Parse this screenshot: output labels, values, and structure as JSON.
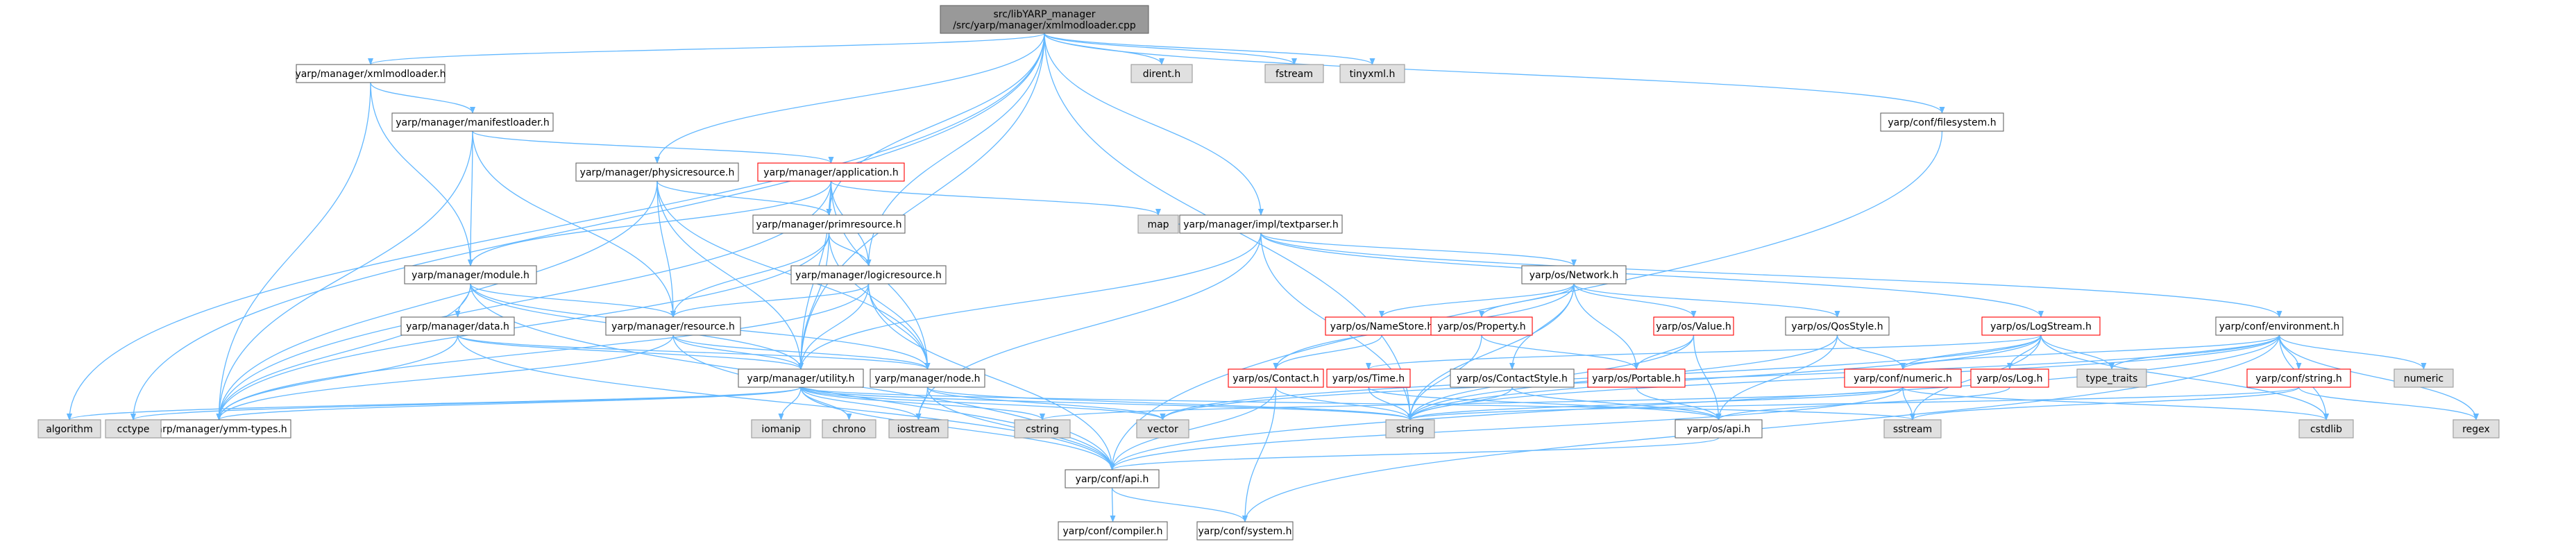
{
  "nodes": [
    {
      "id": "root",
      "lines": [
        "src/libYARP_manager",
        "/src/yarp/manager/xmlmodloader.cpp"
      ],
      "style": "root"
    },
    {
      "id": "xmlmodloader",
      "lines": [
        "yarp/manager/xmlmodloader.h"
      ],
      "style": "normal"
    },
    {
      "id": "manifestloader",
      "lines": [
        "yarp/manager/manifestloader.h"
      ],
      "style": "normal"
    },
    {
      "id": "application",
      "lines": [
        "yarp/manager/application.h"
      ],
      "style": "red"
    },
    {
      "id": "physicresource",
      "lines": [
        "yarp/manager/physicresource.h"
      ],
      "style": "normal"
    },
    {
      "id": "primresource",
      "lines": [
        "yarp/manager/primresource.h"
      ],
      "style": "normal"
    },
    {
      "id": "logicresource",
      "lines": [
        "yarp/manager/logicresource.h"
      ],
      "style": "normal"
    },
    {
      "id": "module",
      "lines": [
        "yarp/manager/module.h"
      ],
      "style": "normal"
    },
    {
      "id": "data",
      "lines": [
        "yarp/manager/data.h"
      ],
      "style": "normal"
    },
    {
      "id": "resource",
      "lines": [
        "yarp/manager/resource.h"
      ],
      "style": "normal"
    },
    {
      "id": "utility",
      "lines": [
        "yarp/manager/utility.h"
      ],
      "style": "normal"
    },
    {
      "id": "node",
      "lines": [
        "yarp/manager/node.h"
      ],
      "style": "normal"
    },
    {
      "id": "ymmtypes",
      "lines": [
        "yarp/manager/ymm-types.h"
      ],
      "style": "normal"
    },
    {
      "id": "textparser",
      "lines": [
        "yarp/manager/impl/textparser.h"
      ],
      "style": "normal"
    },
    {
      "id": "network",
      "lines": [
        "yarp/os/Network.h"
      ],
      "style": "normal"
    },
    {
      "id": "namestore",
      "lines": [
        "yarp/os/NameStore.h"
      ],
      "style": "red"
    },
    {
      "id": "property",
      "lines": [
        "yarp/os/Property.h"
      ],
      "style": "red"
    },
    {
      "id": "value",
      "lines": [
        "yarp/os/Value.h"
      ],
      "style": "red"
    },
    {
      "id": "qosstyle",
      "lines": [
        "yarp/os/QosStyle.h"
      ],
      "style": "normal"
    },
    {
      "id": "logstream",
      "lines": [
        "yarp/os/LogStream.h"
      ],
      "style": "red"
    },
    {
      "id": "environment",
      "lines": [
        "yarp/conf/environment.h"
      ],
      "style": "normal"
    },
    {
      "id": "filesystem",
      "lines": [
        "yarp/conf/filesystem.h"
      ],
      "style": "normal"
    },
    {
      "id": "contact",
      "lines": [
        "yarp/os/Contact.h"
      ],
      "style": "red"
    },
    {
      "id": "time",
      "lines": [
        "yarp/os/Time.h"
      ],
      "style": "red"
    },
    {
      "id": "contactstyle",
      "lines": [
        "yarp/os/ContactStyle.h"
      ],
      "style": "normal"
    },
    {
      "id": "portable",
      "lines": [
        "yarp/os/Portable.h"
      ],
      "style": "red"
    },
    {
      "id": "numeric",
      "lines": [
        "yarp/conf/numeric.h"
      ],
      "style": "red"
    },
    {
      "id": "log",
      "lines": [
        "yarp/os/Log.h"
      ],
      "style": "red"
    },
    {
      "id": "confstring",
      "lines": [
        "yarp/conf/string.h"
      ],
      "style": "red"
    },
    {
      "id": "osapi",
      "lines": [
        "yarp/os/api.h"
      ],
      "style": "normal"
    },
    {
      "id": "confapi",
      "lines": [
        "yarp/conf/api.h"
      ],
      "style": "normal"
    },
    {
      "id": "compiler",
      "lines": [
        "yarp/conf/compiler.h"
      ],
      "style": "normal"
    },
    {
      "id": "system",
      "lines": [
        "yarp/conf/system.h"
      ],
      "style": "normal"
    },
    {
      "id": "dirent",
      "lines": [
        "dirent.h"
      ],
      "style": "grey"
    },
    {
      "id": "fstream",
      "lines": [
        "fstream"
      ],
      "style": "grey"
    },
    {
      "id": "tinyxml",
      "lines": [
        "tinyxml.h"
      ],
      "style": "grey"
    },
    {
      "id": "map",
      "lines": [
        "map"
      ],
      "style": "grey"
    },
    {
      "id": "algorithm",
      "lines": [
        "algorithm"
      ],
      "style": "grey"
    },
    {
      "id": "cctype",
      "lines": [
        "cctype"
      ],
      "style": "grey"
    },
    {
      "id": "iomanip",
      "lines": [
        "iomanip"
      ],
      "style": "grey"
    },
    {
      "id": "chrono",
      "lines": [
        "chrono"
      ],
      "style": "grey"
    },
    {
      "id": "iostream",
      "lines": [
        "iostream"
      ],
      "style": "grey"
    },
    {
      "id": "cstring",
      "lines": [
        "cstring"
      ],
      "style": "grey"
    },
    {
      "id": "vector",
      "lines": [
        "vector"
      ],
      "style": "grey"
    },
    {
      "id": "string",
      "lines": [
        "string"
      ],
      "style": "grey"
    },
    {
      "id": "sstream",
      "lines": [
        "sstream"
      ],
      "style": "grey"
    },
    {
      "id": "typetraits",
      "lines": [
        "type_traits"
      ],
      "style": "grey"
    },
    {
      "id": "numericstd",
      "lines": [
        "numeric"
      ],
      "style": "grey"
    },
    {
      "id": "cstdlib",
      "lines": [
        "cstdlib"
      ],
      "style": "grey"
    },
    {
      "id": "regex",
      "lines": [
        "regex"
      ],
      "style": "grey"
    }
  ],
  "edges": [
    [
      "root",
      "xmlmodloader"
    ],
    [
      "root",
      "dirent"
    ],
    [
      "root",
      "fstream"
    ],
    [
      "root",
      "tinyxml"
    ],
    [
      "root",
      "filesystem"
    ],
    [
      "root",
      "physicresource"
    ],
    [
      "root",
      "primresource"
    ],
    [
      "root",
      "logicresource"
    ],
    [
      "root",
      "textparser"
    ],
    [
      "root",
      "algorithm"
    ],
    [
      "root",
      "cctype"
    ],
    [
      "root",
      "string"
    ],
    [
      "root",
      "utility"
    ],
    [
      "xmlmodloader",
      "manifestloader"
    ],
    [
      "xmlmodloader",
      "module"
    ],
    [
      "xmlmodloader",
      "ymmtypes"
    ],
    [
      "manifestloader",
      "application"
    ],
    [
      "manifestloader",
      "module"
    ],
    [
      "manifestloader",
      "resource"
    ],
    [
      "manifestloader",
      "ymmtypes"
    ],
    [
      "application",
      "module"
    ],
    [
      "application",
      "primresource"
    ],
    [
      "application",
      "logicresource"
    ],
    [
      "application",
      "map"
    ],
    [
      "application",
      "utility"
    ],
    [
      "application",
      "node"
    ],
    [
      "application",
      "ymmtypes"
    ],
    [
      "physicresource",
      "primresource"
    ],
    [
      "physicresource",
      "resource"
    ],
    [
      "physicresource",
      "utility"
    ],
    [
      "physicresource",
      "ymmtypes"
    ],
    [
      "physicresource",
      "node"
    ],
    [
      "primresource",
      "resource"
    ],
    [
      "primresource",
      "logicresource"
    ],
    [
      "primresource",
      "utility"
    ],
    [
      "primresource",
      "node"
    ],
    [
      "primresource",
      "ymmtypes"
    ],
    [
      "logicresource",
      "resource"
    ],
    [
      "logicresource",
      "utility"
    ],
    [
      "logicresource",
      "node"
    ],
    [
      "logicresource",
      "ymmtypes"
    ],
    [
      "logicresource",
      "confapi"
    ],
    [
      "module",
      "data"
    ],
    [
      "module",
      "resource"
    ],
    [
      "module",
      "utility"
    ],
    [
      "module",
      "node"
    ],
    [
      "module",
      "ymmtypes"
    ],
    [
      "module",
      "confapi"
    ],
    [
      "data",
      "utility"
    ],
    [
      "data",
      "node"
    ],
    [
      "data",
      "ymmtypes"
    ],
    [
      "data",
      "confapi"
    ],
    [
      "resource",
      "utility"
    ],
    [
      "resource",
      "node"
    ],
    [
      "resource",
      "ymmtypes"
    ],
    [
      "resource",
      "confapi"
    ],
    [
      "utility",
      "ymmtypes"
    ],
    [
      "utility",
      "algorithm"
    ],
    [
      "utility",
      "cctype"
    ],
    [
      "utility",
      "iomanip"
    ],
    [
      "utility",
      "chrono"
    ],
    [
      "utility",
      "iostream"
    ],
    [
      "utility",
      "cstring"
    ],
    [
      "utility",
      "vector"
    ],
    [
      "utility",
      "string"
    ],
    [
      "utility",
      "sstream"
    ],
    [
      "utility",
      "confapi"
    ],
    [
      "node",
      "iostream"
    ],
    [
      "node",
      "vector"
    ],
    [
      "node",
      "string"
    ],
    [
      "node",
      "confapi"
    ],
    [
      "textparser",
      "network"
    ],
    [
      "textparser",
      "environment"
    ],
    [
      "textparser",
      "logstream"
    ],
    [
      "textparser",
      "map"
    ],
    [
      "textparser",
      "iostream"
    ],
    [
      "textparser",
      "string"
    ],
    [
      "textparser",
      "utility"
    ],
    [
      "network",
      "namestore"
    ],
    [
      "network",
      "property"
    ],
    [
      "network",
      "value"
    ],
    [
      "network",
      "qosstyle"
    ],
    [
      "network",
      "contact"
    ],
    [
      "network",
      "contactstyle"
    ],
    [
      "network",
      "portable"
    ],
    [
      "network",
      "string"
    ],
    [
      "namestore",
      "contact"
    ],
    [
      "property",
      "portable"
    ],
    [
      "property",
      "string"
    ],
    [
      "value",
      "portable"
    ],
    [
      "value",
      "string"
    ],
    [
      "value",
      "osapi"
    ],
    [
      "qosstyle",
      "numeric"
    ],
    [
      "qosstyle",
      "osapi"
    ],
    [
      "qosstyle",
      "string"
    ],
    [
      "logstream",
      "log"
    ],
    [
      "logstream",
      "time"
    ],
    [
      "logstream",
      "numeric"
    ],
    [
      "logstream",
      "typetraits"
    ],
    [
      "logstream",
      "sstream"
    ],
    [
      "logstream",
      "string"
    ],
    [
      "logstream",
      "vector"
    ],
    [
      "logstream",
      "cstdlib"
    ],
    [
      "environment",
      "numeric"
    ],
    [
      "environment",
      "confstring"
    ],
    [
      "environment",
      "typetraits"
    ],
    [
      "environment",
      "numericstd"
    ],
    [
      "environment",
      "cstdlib"
    ],
    [
      "environment",
      "regex"
    ],
    [
      "environment",
      "string"
    ],
    [
      "environment",
      "confapi"
    ],
    [
      "environment",
      "system"
    ],
    [
      "environment",
      "vector"
    ],
    [
      "filesystem",
      "confapi"
    ],
    [
      "contact",
      "confapi"
    ],
    [
      "contact",
      "system"
    ],
    [
      "contact",
      "string"
    ],
    [
      "time",
      "string"
    ],
    [
      "time",
      "osapi"
    ],
    [
      "contactstyle",
      "osapi"
    ],
    [
      "contactstyle",
      "string"
    ],
    [
      "portable",
      "osapi"
    ],
    [
      "numeric",
      "cstring"
    ],
    [
      "numeric",
      "string"
    ],
    [
      "numeric",
      "sstream"
    ],
    [
      "numeric",
      "cstdlib"
    ],
    [
      "numeric",
      "confapi"
    ],
    [
      "log",
      "osapi"
    ],
    [
      "confstring",
      "string"
    ],
    [
      "confstring",
      "sstream"
    ],
    [
      "confstring",
      "regex"
    ],
    [
      "osapi",
      "confapi"
    ],
    [
      "confapi",
      "compiler"
    ],
    [
      "confapi",
      "system"
    ]
  ],
  "colors": {
    "edge": "#63b8ff",
    "node_border": "#666666",
    "red_border": "#ff0000",
    "root_fill": "#999999",
    "grey_fill": "#e0e0e0",
    "grey_border": "#999999",
    "text": "#000000"
  }
}
